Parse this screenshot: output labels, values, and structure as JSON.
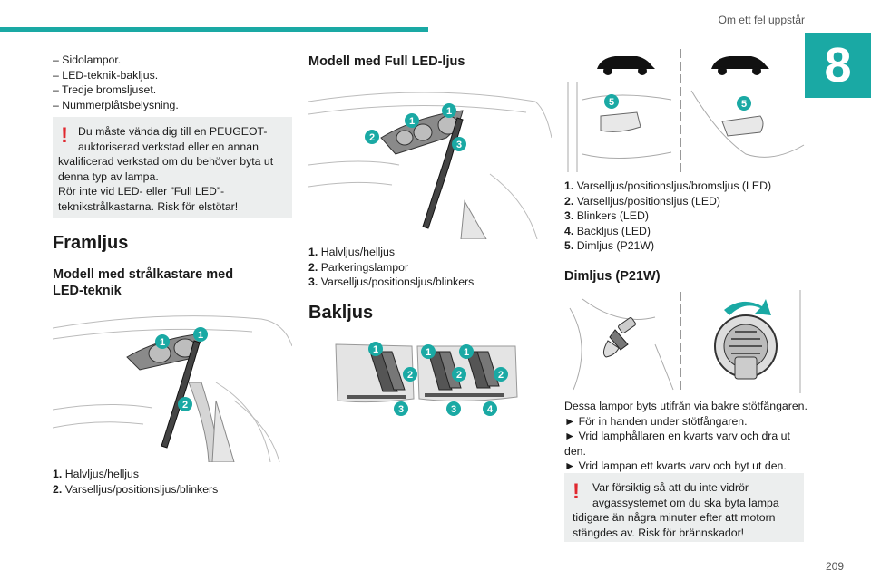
{
  "header": {
    "title": "Om ett fel uppstår",
    "chapter": "8"
  },
  "page_number": "209",
  "col1": {
    "dash_items": [
      "Sidolampor.",
      "LED-teknik-bakljus.",
      "Tredje bromsljuset.",
      "Nummerplåtsbelysning."
    ],
    "warning_lines": [
      "Du måste vända dig till en PEUGEOT-",
      "auktoriserad verkstad eller en annan",
      "kvalificerad verkstad om du behöver byta ut",
      "denna typ av lampa.",
      "Rör inte vid LED- eller ”Full LED”-",
      "teknikstrålkastarna. Risk för elstötar!"
    ],
    "section_title": "Framljus",
    "subtitle_lines": [
      "Modell med strålkastare med",
      "LED-teknik"
    ],
    "legend": [
      {
        "num": "1.",
        "text": "Halvljus/helljus"
      },
      {
        "num": "2.",
        "text": "Varselljus/positionsljus/blinkers"
      }
    ]
  },
  "col2": {
    "subtitle": "Modell med Full LED-ljus",
    "legend": [
      {
        "num": "1.",
        "text": "Halvljus/helljus"
      },
      {
        "num": "2.",
        "text": "Parkeringslampor"
      },
      {
        "num": "3.",
        "text": "Varselljus/positionsljus/blinkers"
      }
    ],
    "section_title": "Bakljus"
  },
  "col3": {
    "legend": [
      {
        "num": "1.",
        "text": "Varselljus/positionsljus/bromsljus (LED)"
      },
      {
        "num": "2.",
        "text": "Varselljus/positionsljus (LED)"
      },
      {
        "num": "3.",
        "text": "Blinkers (LED)"
      },
      {
        "num": "4.",
        "text": "Backljus (LED)"
      },
      {
        "num": "5.",
        "text": "Dimljus (P21W)"
      }
    ],
    "subtitle": "Dimljus (P21W)",
    "intro_lines": [
      "Dessa lampor byts utifrån via bakre stötfångaren."
    ],
    "steps": [
      "För in handen under stötfångaren.",
      "Vrid lamphållaren en kvarts varv och dra ut den.",
      "Vrid lampan ett kvarts varv och byt ut den."
    ],
    "warning_lines": [
      "Var försiktig så att du inte vidrör",
      "avgassystemet om du ska byta lampa",
      "tidigare än några minuter efter att motorn",
      "stängdes av. Risk för brännskador!"
    ]
  },
  "figures": {
    "fig_led_headlamp": {
      "callouts": [
        "1",
        "1",
        "2"
      ]
    },
    "fig_full_led": {
      "callouts": [
        "1",
        "1",
        "2",
        "3"
      ]
    },
    "fig_rear": {
      "callouts": [
        "1",
        "1",
        "1",
        "2",
        "2",
        "2",
        "3",
        "3",
        "4"
      ]
    },
    "fig_fog_location": {
      "callouts": [
        "5",
        "5"
      ]
    }
  },
  "colors": {
    "accent": "#1aa9a4",
    "callout": "#1aa9a4",
    "warning_icon": "#e0272e",
    "warning_bg": "#eceeee"
  }
}
